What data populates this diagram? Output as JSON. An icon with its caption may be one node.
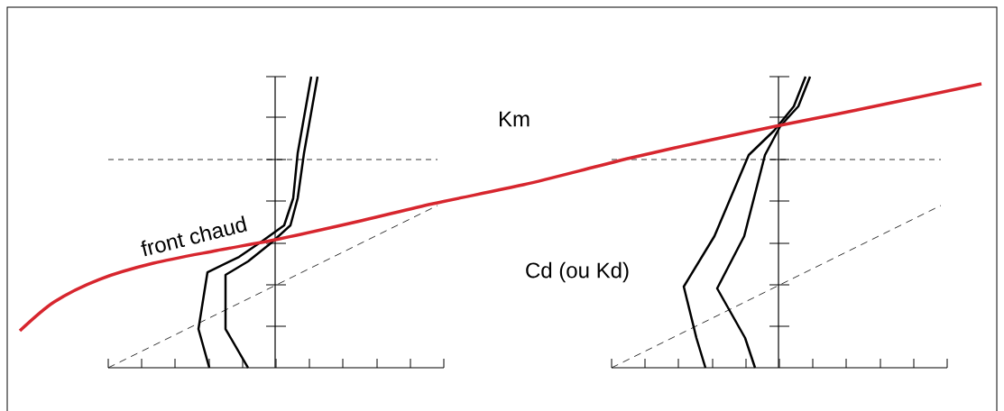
{
  "diagram": {
    "labels": [
      "Km",
      "front chaud",
      "Cd (ou Kd)"
    ]
  }
}
